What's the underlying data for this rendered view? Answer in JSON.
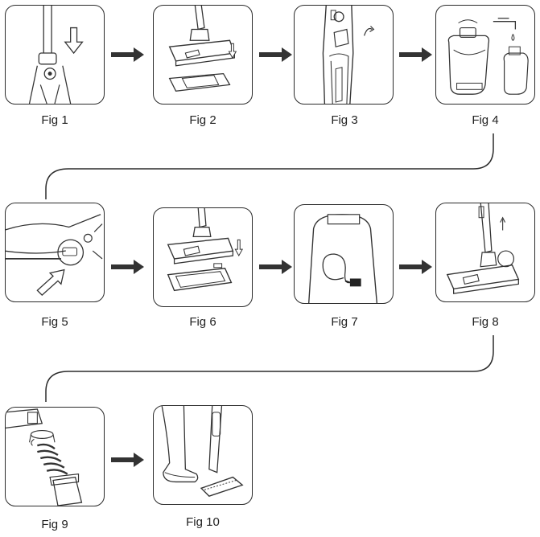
{
  "figures": [
    {
      "label": "Fig 1"
    },
    {
      "label": "Fig 2"
    },
    {
      "label": "Fig 3"
    },
    {
      "label": "Fig 4"
    },
    {
      "label": "Fig 5"
    },
    {
      "label": "Fig 6"
    },
    {
      "label": "Fig 7"
    },
    {
      "label": "Fig 8"
    },
    {
      "label": "Fig 9"
    },
    {
      "label": "Fig 10"
    }
  ],
  "icons": {
    "flow_arrow": "right-arrow-icon",
    "insert_arrow": "down-arrow-icon"
  },
  "colors": {
    "line": "#2b2b2b",
    "arrow": "#333333"
  }
}
